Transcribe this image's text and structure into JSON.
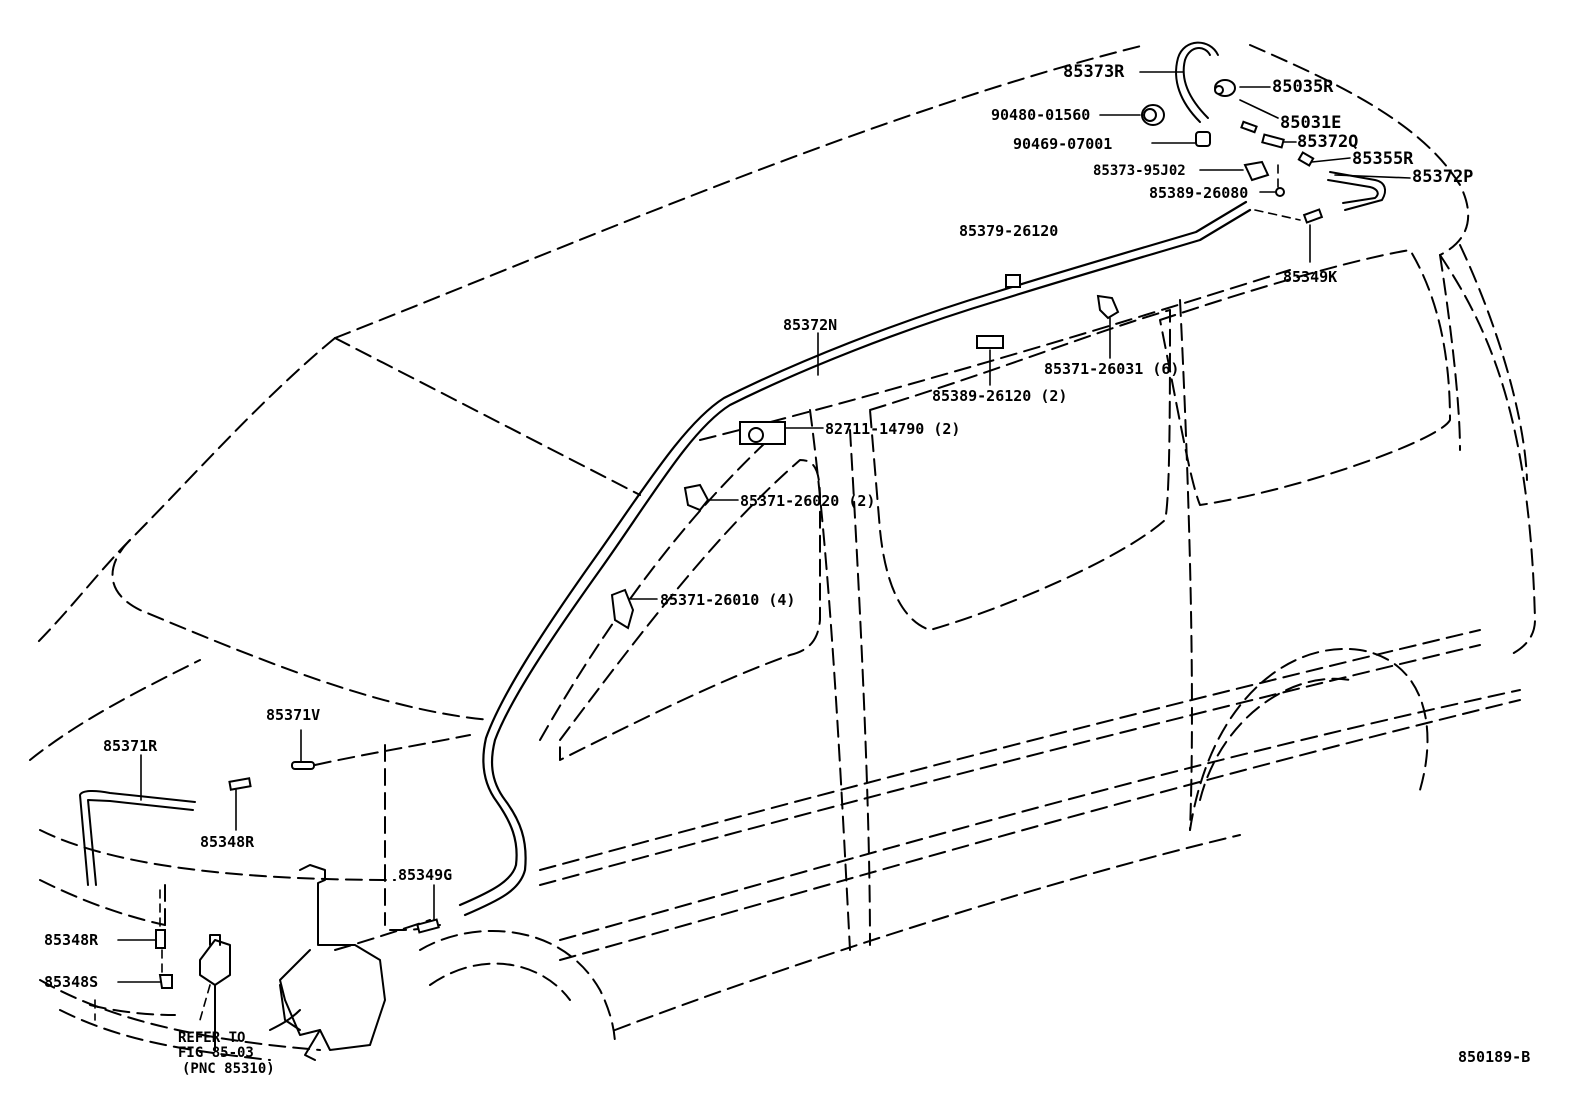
{
  "diagram_id": "850189-B",
  "reference_note": [
    "REFER TO",
    "FIG 85-03",
    "(PNC 85310)"
  ],
  "labels": {
    "p85373R": "85373R",
    "p85035R": "85035R",
    "p90480": "90480-01560",
    "p85031E": "85031E",
    "p90469": "90469-07001",
    "p85372Q": "85372Q",
    "p85373_95J02": "85373-95J02",
    "p85355R": "85355R",
    "p85372P": "85372P",
    "p85389_26080": "85389-26080",
    "p85379_26120": "85379-26120",
    "p85349K": "85349K",
    "p85372N": "85372N",
    "p85371_26031": "85371-26031 (6)",
    "p85389_26120": "85389-26120 (2)",
    "p82711_14790": "82711-14790 (2)",
    "p85371_26020": "85371-26020 (2)",
    "p85371_26010": "85371-26010 (4)",
    "p85371V": "85371V",
    "p85371R": "85371R",
    "p85348R_top": "85348R",
    "p85349G": "85349G",
    "p85348R_bottom": "85348R",
    "p85348S": "85348S"
  },
  "colors": {
    "ink": "#000000",
    "background": "#ffffff"
  }
}
